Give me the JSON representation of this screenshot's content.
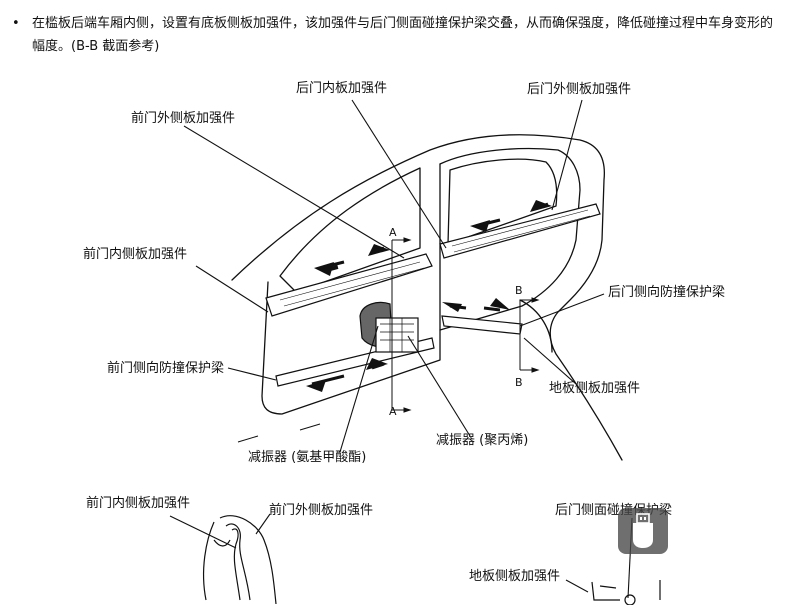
{
  "intro": {
    "bullet": "•",
    "text": "在槛板后端车厢内侧，设置有底板侧板加强件，该加强件与后门侧面碰撞保护梁交叠，从而确保强度，降低碰撞过程中车身变形的幅度。(B-B 截面参考)"
  },
  "labels": {
    "rear_door_inner": "后门内板加强件",
    "rear_door_outer": "后门外侧板加强件",
    "front_door_outer": "前门外侧板加强件",
    "front_door_inner": "前门内侧板加强件",
    "rear_side_beam": "后门侧向防撞保护梁",
    "floor_side": "地板侧板加强件",
    "front_side_beam": "前门侧向防撞保护梁",
    "absorber_pp": "减振器 (聚丙烯)",
    "absorber_pu": "减振器 (氨基甲酸酯)",
    "section_front_inner": "前门内侧板加强件",
    "section_front_outer": "前门外侧板加强件",
    "section_rear_beam": "后门侧面碰撞保护梁",
    "section_floor": "地板侧板加强件"
  },
  "section_marks": {
    "a_top": "A",
    "a_bottom": "A",
    "b_top": "B",
    "b_bottom": "B"
  },
  "overlay": {
    "icon": "usb-drive-icon"
  }
}
